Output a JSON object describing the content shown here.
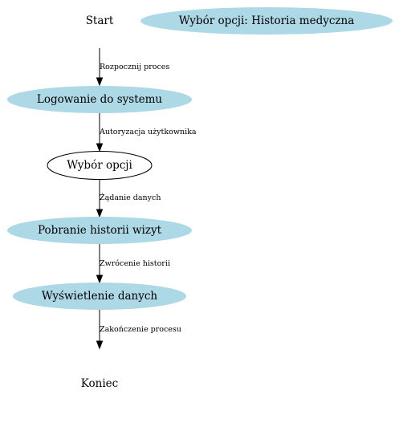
{
  "colors": {
    "filled_node": "#add8e6",
    "outline_node_fill": "#ffffff",
    "stroke": "#000000",
    "background": "#ffffff"
  },
  "nodes": {
    "start": {
      "label": "Start"
    },
    "title": {
      "label": "Wybór opcji: Historia medyczna"
    },
    "login": {
      "label": "Logowanie do systemu"
    },
    "choice": {
      "label": "Wybór opcji"
    },
    "fetch": {
      "label": "Pobranie historii wizyt"
    },
    "display": {
      "label": "Wyświetlenie danych"
    },
    "end": {
      "label": "Koniec"
    }
  },
  "edges": {
    "e1": {
      "label": "Rozpocznij proces"
    },
    "e2": {
      "label": "Autoryzacja użytkownika"
    },
    "e3": {
      "label": "Żądanie danych"
    },
    "e4": {
      "label": "Zwrócenie historii"
    },
    "e5": {
      "label": "Zakończenie procesu"
    }
  }
}
